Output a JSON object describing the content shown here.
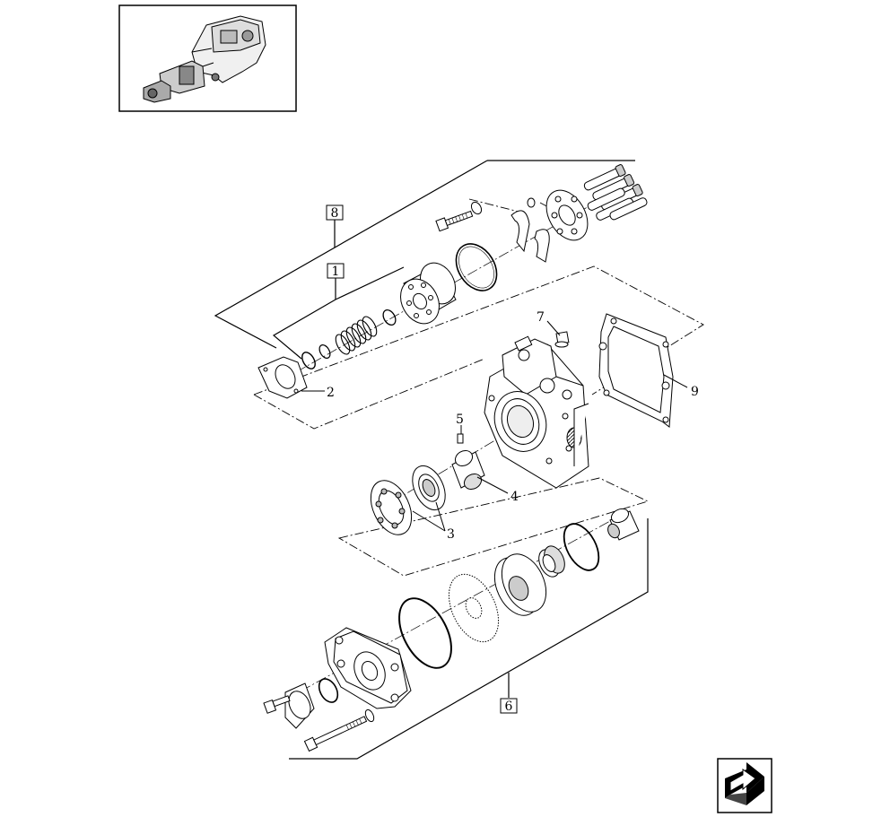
{
  "callouts": {
    "c1": "1",
    "c2": "2",
    "c3": "3",
    "c4": "4",
    "c5": "5",
    "c6": "6",
    "c7": "7",
    "c8": "8",
    "c9": "9"
  },
  "icons": {
    "thumbnail": "pump-assembly-thumbnail",
    "nav": "next-page-arrow-icon"
  }
}
